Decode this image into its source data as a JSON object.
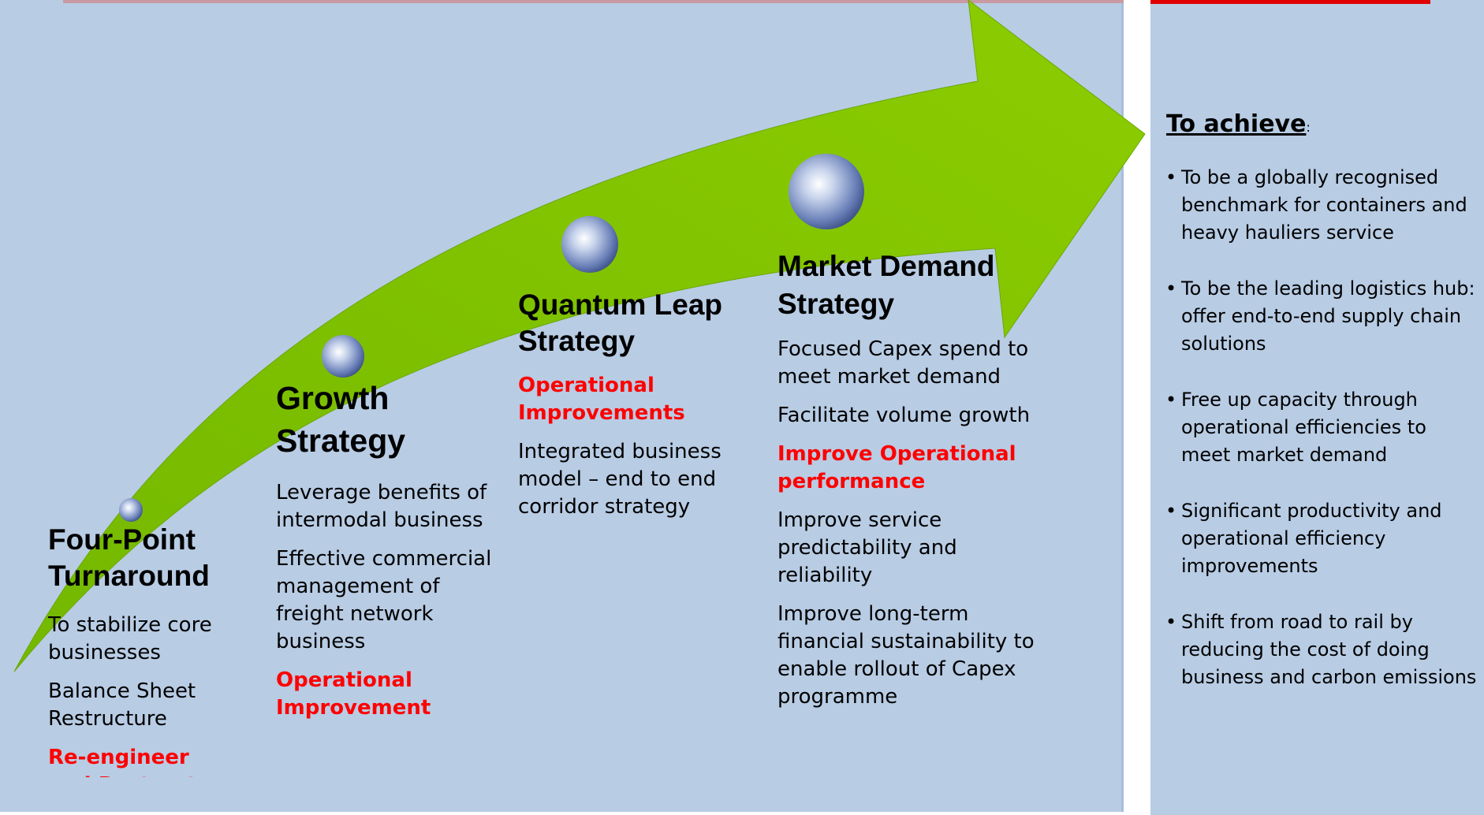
{
  "stages": [
    {
      "title_line1": "Four-Point",
      "title_line2": "Turnaround",
      "items": [
        {
          "text": "To stabilize core businesses",
          "red": false
        },
        {
          "text": "Balance Sheet Restructure",
          "red": false
        },
        {
          "text": "Re-engineer and Restructure core business",
          "red": true
        }
      ]
    },
    {
      "title_line1": "Growth",
      "title_line2": "Strategy",
      "items": [
        {
          "text": "Leverage benefits of intermodal business",
          "red": false
        },
        {
          "text": "Effective commercial management of freight network business",
          "red": false
        },
        {
          "text": "Operational Improvement",
          "red": true
        }
      ]
    },
    {
      "title_line1": "Quantum Leap",
      "title_line2": "Strategy",
      "items": [
        {
          "text": "Operational Improvements",
          "red": true
        },
        {
          "text": "Integrated business model – end to end corridor strategy",
          "red": false
        }
      ]
    },
    {
      "title_line1": "Market Demand",
      "title_line2": "Strategy",
      "items": [
        {
          "text": "Focused Capex spend to meet market demand",
          "red": false
        },
        {
          "text": "Facilitate volume growth",
          "red": false
        },
        {
          "text": "Improve Operational performance",
          "red": true
        },
        {
          "text": "Improve service predictability and reliability",
          "red": false
        },
        {
          "text": "Improve long-term financial sustainability to enable rollout of Capex programme",
          "red": false
        }
      ]
    }
  ],
  "achieve": {
    "title": "To achieve",
    "colon": ":",
    "bullet": "•",
    "points": [
      "To be a globally recognised benchmark for containers and heavy hauliers service",
      "To be the leading logistics hub: offer end-to-end supply chain solutions",
      "Free up capacity through operational efficiencies to meet market demand",
      "Significant productivity and operational efficiency improvements",
      "Shift from road to rail by reducing the cost of doing business and carbon emissions"
    ]
  },
  "colors": {
    "background": "#b8cce4",
    "arrow": "#7fc000",
    "accent_red": "#ff0000"
  }
}
